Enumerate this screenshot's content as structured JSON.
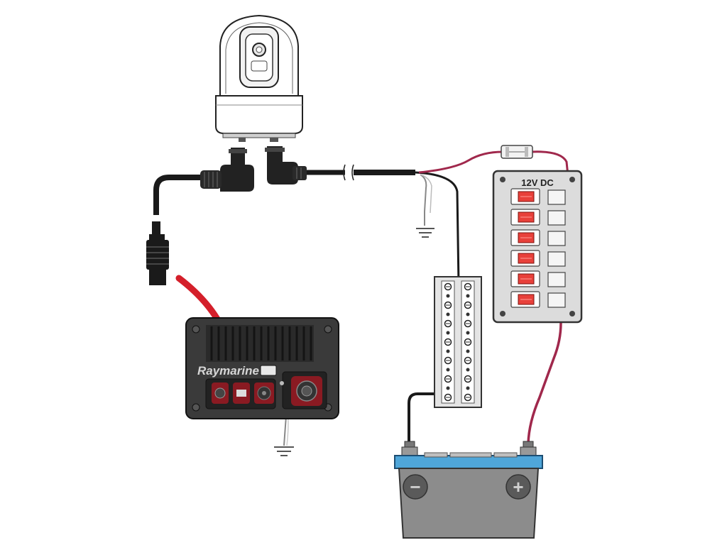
{
  "panel": {
    "label": "12V DC",
    "switch_count": 6
  },
  "display_unit": {
    "brand": "Raymarine"
  },
  "battery": {
    "negative_symbol": "−",
    "positive_symbol": "+"
  },
  "colors": {
    "wire_black": "#1a1a1a",
    "wire_red": "#a0284c",
    "ground_wire": "#777777",
    "switch_red": "#e8403a",
    "battery_top": "#4fa6d9",
    "battery_body": "#8c8c8c",
    "display_body": "#3a3a3a",
    "panel_body": "#d9d9d9",
    "arrow": "#d41f2a"
  }
}
